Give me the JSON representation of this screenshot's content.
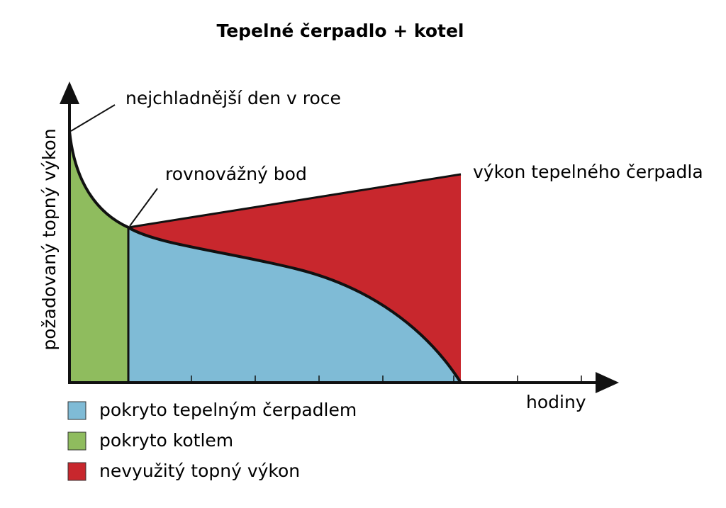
{
  "chart_data": {
    "type": "area",
    "title": "Tepelné čerpadlo + kotel",
    "xlabel": "hodiny",
    "ylabel": "požadovaný topný výkon",
    "annotations": {
      "coldest_day": "nejchladnější den v roce",
      "balance_point": "rovnovážný bod",
      "heat_pump_output": "výkon tepelného čerpadla"
    },
    "legend": [
      {
        "label": "pokryto tepelným čerpadlem",
        "color": "#7fbbd6"
      },
      {
        "label": "pokryto kotlem",
        "color": "#8fbc5e"
      },
      {
        "label": "nevyužitý topný výkon",
        "color": "#c8272d"
      }
    ],
    "colors": {
      "heat_pump": "#7fbbd6",
      "boiler": "#8fbc5e",
      "unused": "#c8272d",
      "line": "#111111"
    }
  }
}
